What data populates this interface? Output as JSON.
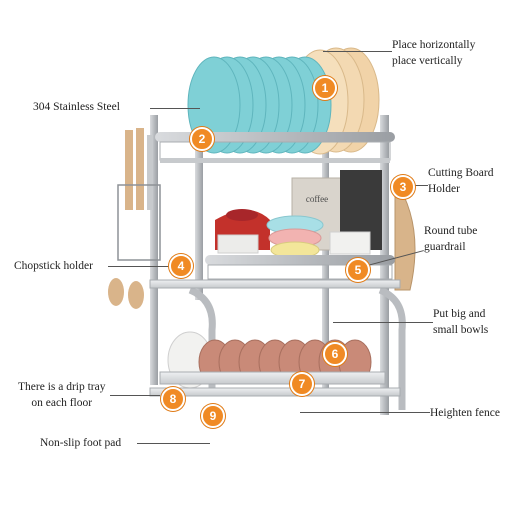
{
  "callouts": [
    {
      "number": "1",
      "label_lines": [
        "Place horizontally",
        "place vertically"
      ]
    },
    {
      "number": "2",
      "label_lines": [
        "304 Stainless Steel"
      ]
    },
    {
      "number": "3",
      "label_lines": [
        "Cutting Board",
        "Holder"
      ]
    },
    {
      "number": "4",
      "label_lines": [
        "Chopstick holder"
      ]
    },
    {
      "number": "5",
      "label_lines": [
        "Round tube",
        "guardrail"
      ]
    },
    {
      "number": "6",
      "label_lines": [
        "Put big and",
        "small bowls"
      ]
    },
    {
      "number": "7",
      "label_lines": [
        "Heighten fence"
      ]
    },
    {
      "number": "8",
      "label_lines": [
        "There is a drip tray",
        "on each floor"
      ]
    },
    {
      "number": "9",
      "label_lines": [
        "Non-slip foot pad"
      ]
    }
  ],
  "photo": {
    "canister_text": "coffee",
    "colors": {
      "steel": "#b9bcc0",
      "steel_dark": "#8e9297",
      "plate_blue": "#7fd0d6",
      "plate_beige": "#f1d3a8",
      "pot_red": "#c3312b",
      "bowl_pink": "#f2b3b1",
      "bowl_blue": "#a8dfe6",
      "bowl_yellow": "#f3e69a",
      "board_wood": "#d8b48a",
      "utensil_wood": "#d9b48a",
      "badge_orange": "#f08a24"
    }
  }
}
